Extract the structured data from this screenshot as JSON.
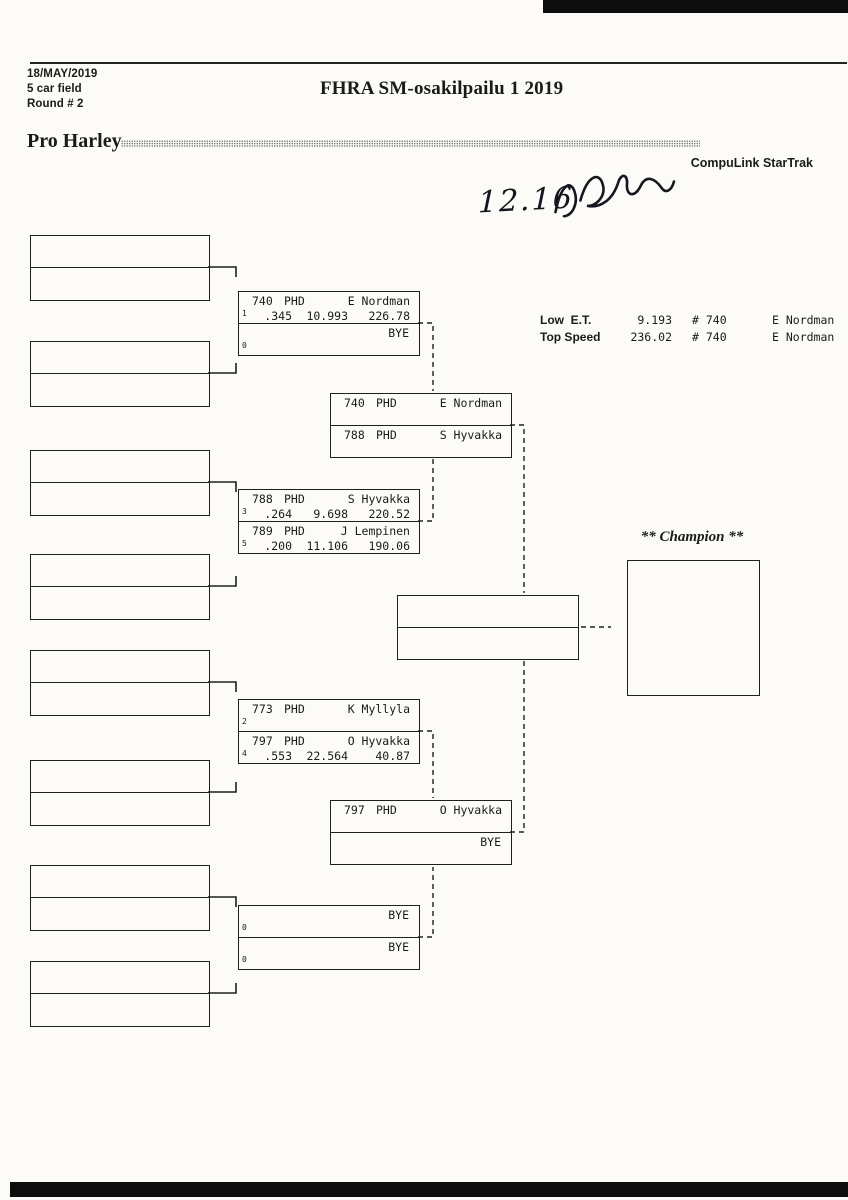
{
  "page": {
    "date": "18/MAY/2019",
    "field_size": "5 car field",
    "round": "Round # 2",
    "title": "FHRA SM-osakilpailu 1 2019",
    "class_name": "Pro Harley",
    "brand": "CompuLink StarTrak",
    "handwriting": "12.16",
    "champion_label": "** Champion **"
  },
  "stats": {
    "rows": [
      {
        "label": "Low  E.T.",
        "value": "9.193",
        "car": "# 740",
        "name": "E Nordman"
      },
      {
        "label": "Top Speed",
        "value": "236.02",
        "car": "# 740",
        "name": "E Nordman"
      }
    ]
  },
  "bracket": {
    "quarterfinals": [
      {
        "top": {
          "car": "740",
          "cls": "PHD",
          "name": "E Nordman",
          "seed": "1",
          "rt": ".345",
          "et": "10.993",
          "speed": "226.78"
        },
        "bottom": {
          "bye": "BYE",
          "seed": "0"
        }
      },
      {
        "top": {
          "car": "788",
          "cls": "PHD",
          "name": "S Hyvakka",
          "seed": "3",
          "rt": ".264",
          "et": "9.698",
          "speed": "220.52"
        },
        "bottom": {
          "car": "789",
          "cls": "PHD",
          "name": "J Lempinen",
          "seed": "5",
          "rt": ".200",
          "et": "11.106",
          "speed": "190.06"
        }
      },
      {
        "top": {
          "car": "773",
          "cls": "PHD",
          "name": "K Myllyla",
          "seed": "2"
        },
        "bottom": {
          "car": "797",
          "cls": "PHD",
          "name": "O Hyvakka",
          "seed": "4",
          "rt": ".553",
          "et": "22.564",
          "speed": "40.87"
        }
      },
      {
        "top": {
          "bye": "BYE",
          "seed": "0"
        },
        "bottom": {
          "bye": "BYE",
          "seed": "0"
        }
      }
    ],
    "semifinals": [
      {
        "top": {
          "car": "740",
          "cls": "PHD",
          "name": "E Nordman"
        },
        "bottom": {
          "car": "788",
          "cls": "PHD",
          "name": "S Hyvakka"
        }
      },
      {
        "top": {
          "car": "797",
          "cls": "PHD",
          "name": "O Hyvakka"
        },
        "bottom": {
          "bye": "BYE"
        }
      }
    ]
  }
}
